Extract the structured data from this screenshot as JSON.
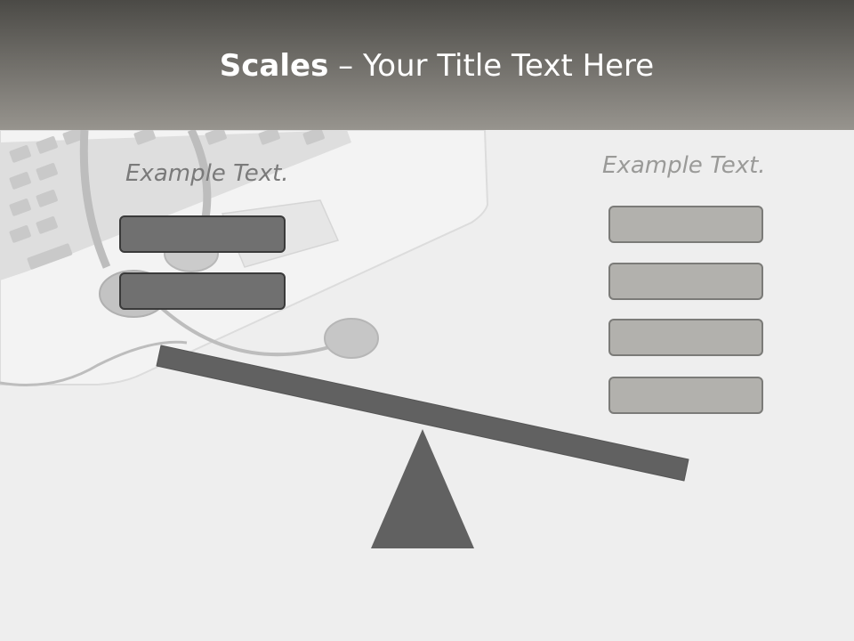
{
  "slide": {
    "title_bold": "Scales",
    "title_rest": " – Your Title Text Here",
    "left_label": "Example Text.",
    "right_label": "Example Text."
  },
  "left_boxes": [
    "",
    ""
  ],
  "right_boxes": [
    "",
    "",
    "",
    ""
  ],
  "colors": {
    "title_bar_top": "#4b4a46",
    "title_bar_bottom": "#97948e",
    "beam": "#616161",
    "fulcrum": "#616161",
    "left_box_fill": "#707070",
    "right_box_fill": "#b2b1ad"
  },
  "background_image": "laptop-with-headset-photo"
}
